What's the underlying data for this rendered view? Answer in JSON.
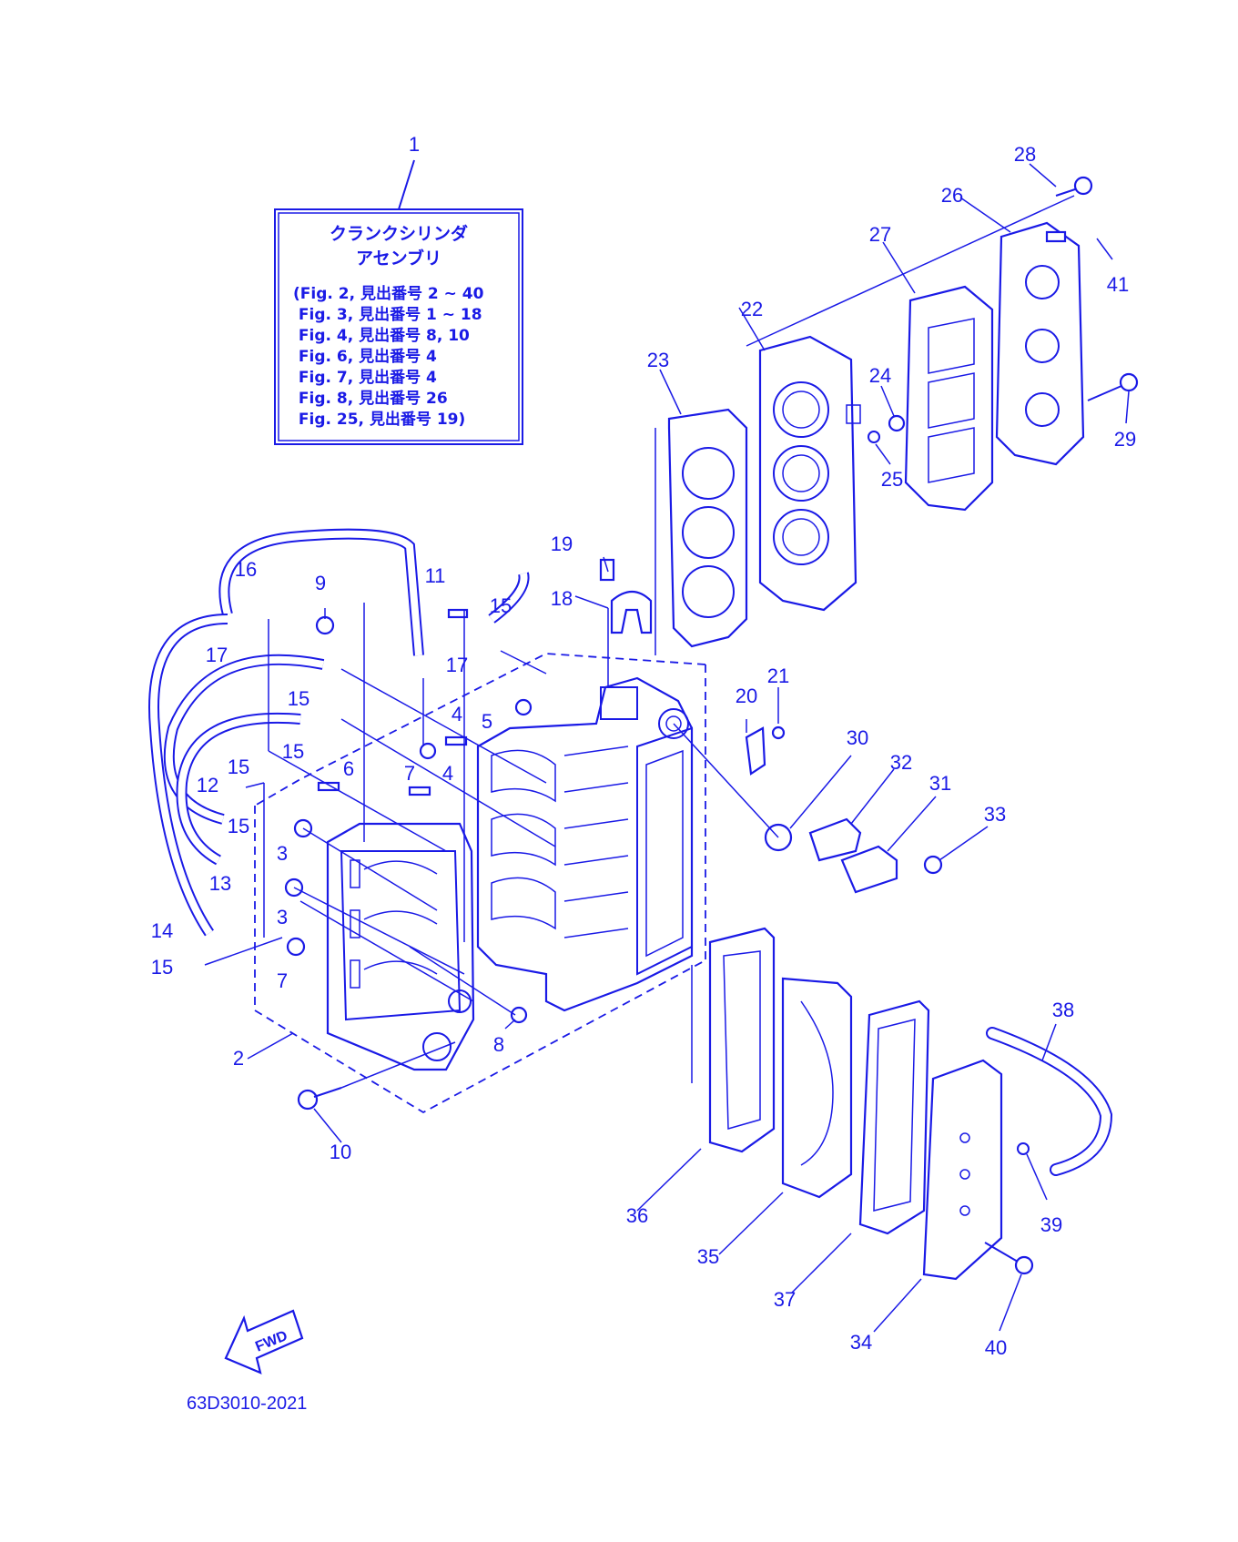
{
  "colors": {
    "line": "#1a1ae6",
    "background": "#ffffff"
  },
  "info_box": {
    "callout": "1",
    "title_line1": "クランクシリンダ",
    "title_line2": "アセンブリ",
    "refs": [
      "(Fig. 2, 見出番号 2 ~ 40",
      " Fig. 3, 見出番号 1 ~ 18",
      " Fig. 4, 見出番号 8, 10",
      " Fig. 6, 見出番号 4",
      " Fig. 7, 見出番号 4",
      " Fig. 8, 見出番号 26",
      " Fig. 25, 見出番号 19)"
    ]
  },
  "callouts": {
    "c2": "2",
    "c3a": "3",
    "c3b": "3",
    "c4a": "4",
    "c4b": "4",
    "c5": "5",
    "c6": "6",
    "c7a": "7",
    "c7b": "7",
    "c8": "8",
    "c9": "9",
    "c10": "10",
    "c11": "11",
    "c12": "12",
    "c13": "13",
    "c14": "14",
    "c15a": "15",
    "c15b": "15",
    "c15c": "15",
    "c15d": "15",
    "c15e": "15",
    "c15f": "15",
    "c16": "16",
    "c17a": "17",
    "c17b": "17",
    "c18": "18",
    "c19": "19",
    "c20": "20",
    "c21": "21",
    "c22": "22",
    "c23": "23",
    "c24": "24",
    "c25": "25",
    "c26": "26",
    "c27": "27",
    "c28": "28",
    "c29": "29",
    "c30": "30",
    "c31": "31",
    "c32": "32",
    "c33": "33",
    "c34": "34",
    "c35": "35",
    "c36": "36",
    "c37": "37",
    "c38": "38",
    "c39": "39",
    "c40": "40",
    "c41": "41"
  },
  "fwd_label": "FWD",
  "diagram_code": "63D3010-2021",
  "icons": {
    "fwd_arrow": "fwd-arrow-icon"
  }
}
